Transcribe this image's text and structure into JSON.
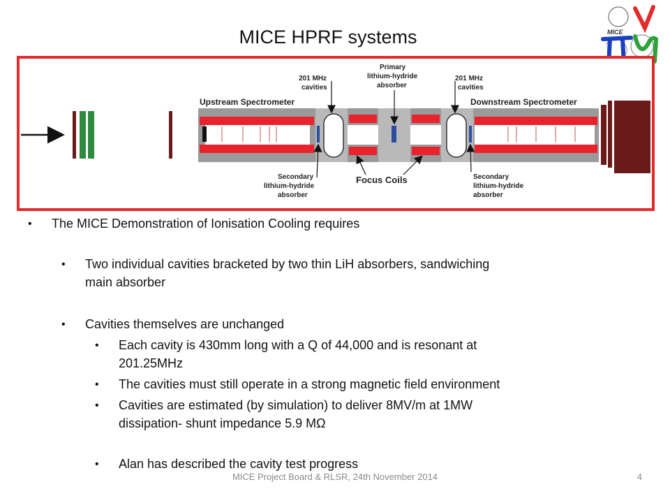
{
  "slide": {
    "title": "MICE HPRF systems",
    "footer": "MICE Project Board & RLSR, 24th November 2014",
    "page_number": "4"
  },
  "logo": {
    "label": "MICE"
  },
  "diagram": {
    "labels": {
      "upstream": "Upstream Spectrometer",
      "downstream": "Downstream  Spectrometer",
      "cavities_left_line1": "201 MHz",
      "cavities_left_line2": "cavities",
      "cavities_right_line1": "201 MHz",
      "cavities_right_line2": "cavities",
      "primary_line1": "Primary",
      "primary_line2": "lithium-hydride",
      "primary_line3": "absorber",
      "secondary_left_line1": "Secondary",
      "secondary_left_line2": "lithium-hydride",
      "secondary_left_line3": "absorber",
      "secondary_right_line1": "Secondary",
      "secondary_right_line2": "lithium-hydride",
      "secondary_right_line3": "absorber",
      "focus_coils": "Focus Coils"
    },
    "colors": {
      "frame": "#e32b2b",
      "coil_red": "#e8232e",
      "dark_red": "#6b1a1a",
      "green": "#2e8b3e",
      "grey": "#b9b9b9",
      "absorber_blue": "#2d4ea0"
    }
  },
  "bullets": [
    {
      "level": 1,
      "text": "The MICE Demonstration of Ionisation Cooling requires"
    },
    {
      "level": 2,
      "text": "Two individual cavities bracketed by two thin LiH absorbers, sandwiching"
    },
    {
      "level": 2,
      "text": "main absorber",
      "continuation": true
    },
    {
      "level": 2,
      "text": "Cavities themselves are unchanged"
    },
    {
      "level": 3,
      "text": "Each cavity is 430mm long with a Q of 44,000 and is resonant at"
    },
    {
      "level": 3,
      "text": "201.25MHz",
      "continuation": true
    },
    {
      "level": 3,
      "text": "The cavities must still operate in a strong magnetic field environment"
    },
    {
      "level": 3,
      "text": "Cavities are estimated (by simulation) to deliver 8MV/m at 1MW"
    },
    {
      "level": 3,
      "text": "dissipation- shunt impedance 5.9 MΩ",
      "continuation": true
    },
    {
      "level": 3,
      "text": "Alan has described the cavity test progress"
    }
  ]
}
